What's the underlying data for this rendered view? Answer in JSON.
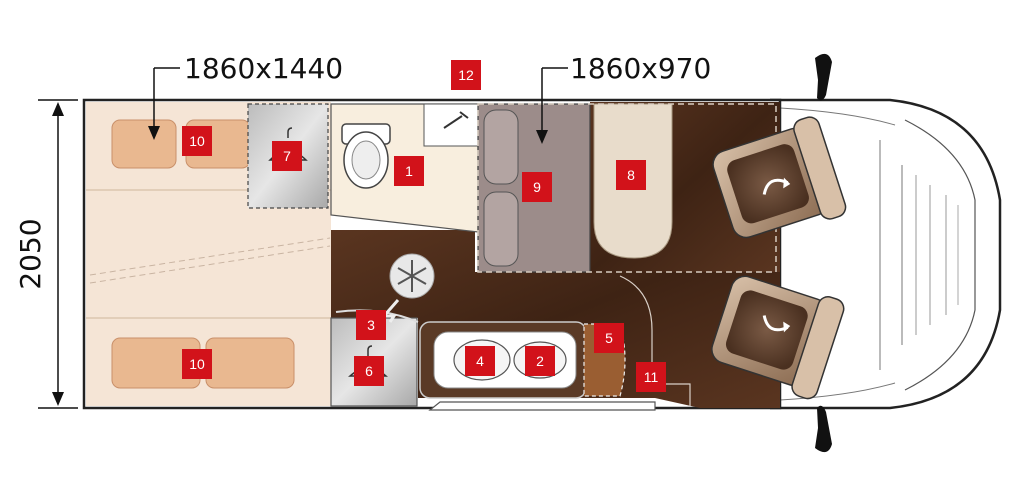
{
  "dimensions": {
    "rear_bed": "1860x1440",
    "front_bed": "1860x970",
    "width": "2050"
  },
  "markers": {
    "m1": "1",
    "m2": "2",
    "m3": "3",
    "m4": "4",
    "m5": "5",
    "m6": "6",
    "m7": "7",
    "m8": "8",
    "m9": "9",
    "m10a": "10",
    "m10b": "10",
    "m11": "11",
    "m12": "12"
  },
  "colors": {
    "marker": "#d2121a",
    "floor": "#4a2a17",
    "bed": "#f5e5d6",
    "dinette": "#9c8c8a",
    "table": "#e8dccb"
  }
}
